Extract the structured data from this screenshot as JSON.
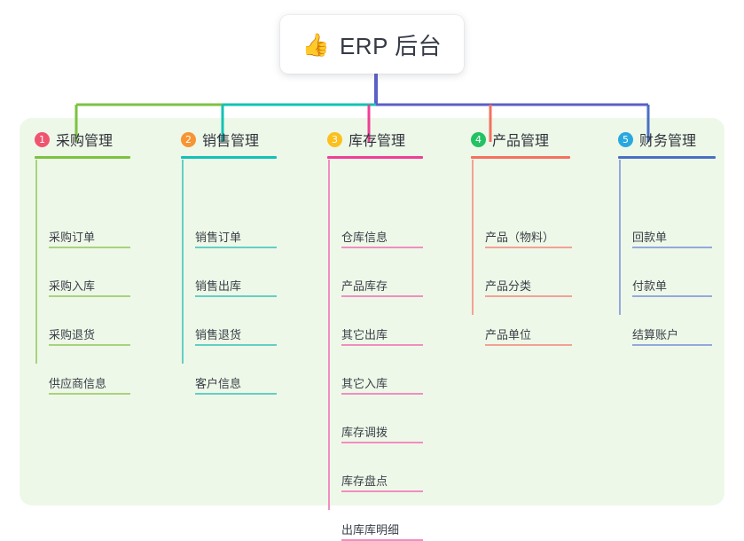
{
  "root": {
    "icon": "thumbs-up-icon",
    "emoji": "👍",
    "title": "ERP 后台"
  },
  "theme": {
    "panel_bg": "#eef8e8",
    "page_bg": "#ffffff",
    "root_stem": "#5b5fc7",
    "text": "#3a3f48"
  },
  "columns": [
    {
      "index": "1",
      "title": "采购管理",
      "badge_color": "#f05570",
      "line_color": "#7cc242",
      "leaf_line_color": "#a8d37e",
      "items": [
        "采购订单",
        "采购入库",
        "采购退货",
        "供应商信息"
      ]
    },
    {
      "index": "2",
      "title": "销售管理",
      "badge_color": "#f79433",
      "line_color": "#12c2b5",
      "leaf_line_color": "#63cfc6",
      "items": [
        "销售订单",
        "销售出库",
        "销售退货",
        "客户信息"
      ]
    },
    {
      "index": "3",
      "title": "库存管理",
      "badge_color": "#fcc01e",
      "line_color": "#ef3f96",
      "leaf_line_color": "#f08ec0",
      "items": [
        "仓库信息",
        "产品库存",
        "其它出库",
        "其它入库",
        "库存调拨",
        "库存盘点",
        "出库库明细"
      ]
    },
    {
      "index": "4",
      "title": "产品管理",
      "badge_color": "#23c263",
      "line_color": "#f4705f",
      "leaf_line_color": "#f3a196",
      "items": [
        "产品（物料）",
        "产品分类",
        "产品单位"
      ]
    },
    {
      "index": "5",
      "title": "财务管理",
      "badge_color": "#29a8e0",
      "line_color": "#4a6fc4",
      "leaf_line_color": "#93a9de",
      "items": [
        "回款单",
        "付款单",
        "结算账户"
      ]
    }
  ]
}
